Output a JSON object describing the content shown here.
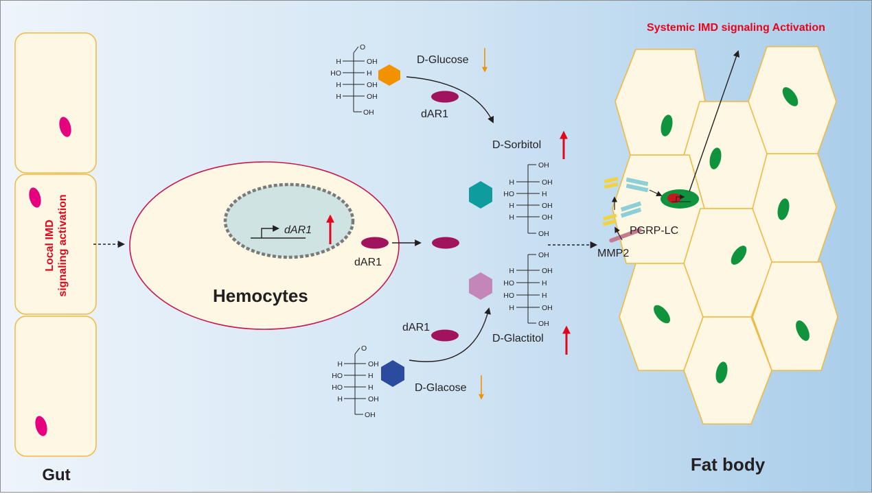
{
  "labels": {
    "gut": "Gut",
    "local_imd_line1": "Local IMD",
    "local_imd_line2": "signaling activation",
    "hemocytes": "Hemocytes",
    "gene_name": "dAR1",
    "protein_hemocyte": "dAR1",
    "enzyme_top": "dAR1",
    "enzyme_bottom": "dAR1",
    "d_glucose": "D-Glucose",
    "d_sorbitol": "D-Sorbitol",
    "d_galactitol": "D-Glactitol",
    "d_galactose": "D-Glacose",
    "mmp2": "MMP2",
    "pgrp_lc": "PGRP-LC",
    "fat_body": "Fat body",
    "systemic_imd": "Systemic IMD signaling Activation"
  },
  "chem": {
    "glucose": [
      "H",
      "OH",
      "HO",
      "H",
      "H",
      "OH",
      "H",
      "OH",
      "OH"
    ],
    "sorbitol": [
      "OH",
      "H",
      "OH",
      "HO",
      "H",
      "H",
      "OH",
      "H",
      "OH",
      "OH"
    ],
    "galactitol": [
      "OH",
      "H",
      "OH",
      "HO",
      "H",
      "HO",
      "H",
      "H",
      "OH",
      "OH"
    ],
    "galactose": [
      "H",
      "OH",
      "HO",
      "H",
      "HO",
      "H",
      "H",
      "OH",
      "OH"
    ]
  },
  "colors": {
    "background_left": "#eef4fb",
    "background_right": "#a9cdea",
    "cell_fill": "#fdf7e3",
    "cell_border": "#f1b940",
    "hemocyte_border": "#c8174d",
    "gut_nucleus": "#e6007e",
    "fat_nucleus": "#10933d",
    "dar1_protein": "#a2135d",
    "nucleus_fill": "#cfe3e3",
    "nucleus_border": "#7a7a7a",
    "glucose_hex": "#f39200",
    "sorbitol_hex": "#0e9c9c",
    "galactitol_hex": "#c486b8",
    "galactose_hex": "#2a4b9e",
    "up_arrow": "#e3051b",
    "down_arrow": "#f39200",
    "receptor_yellow": "#f2d33d",
    "receptor_teal": "#8ccfd6",
    "mmp2": "#c47b8f",
    "title_red": "#e3051b"
  }
}
